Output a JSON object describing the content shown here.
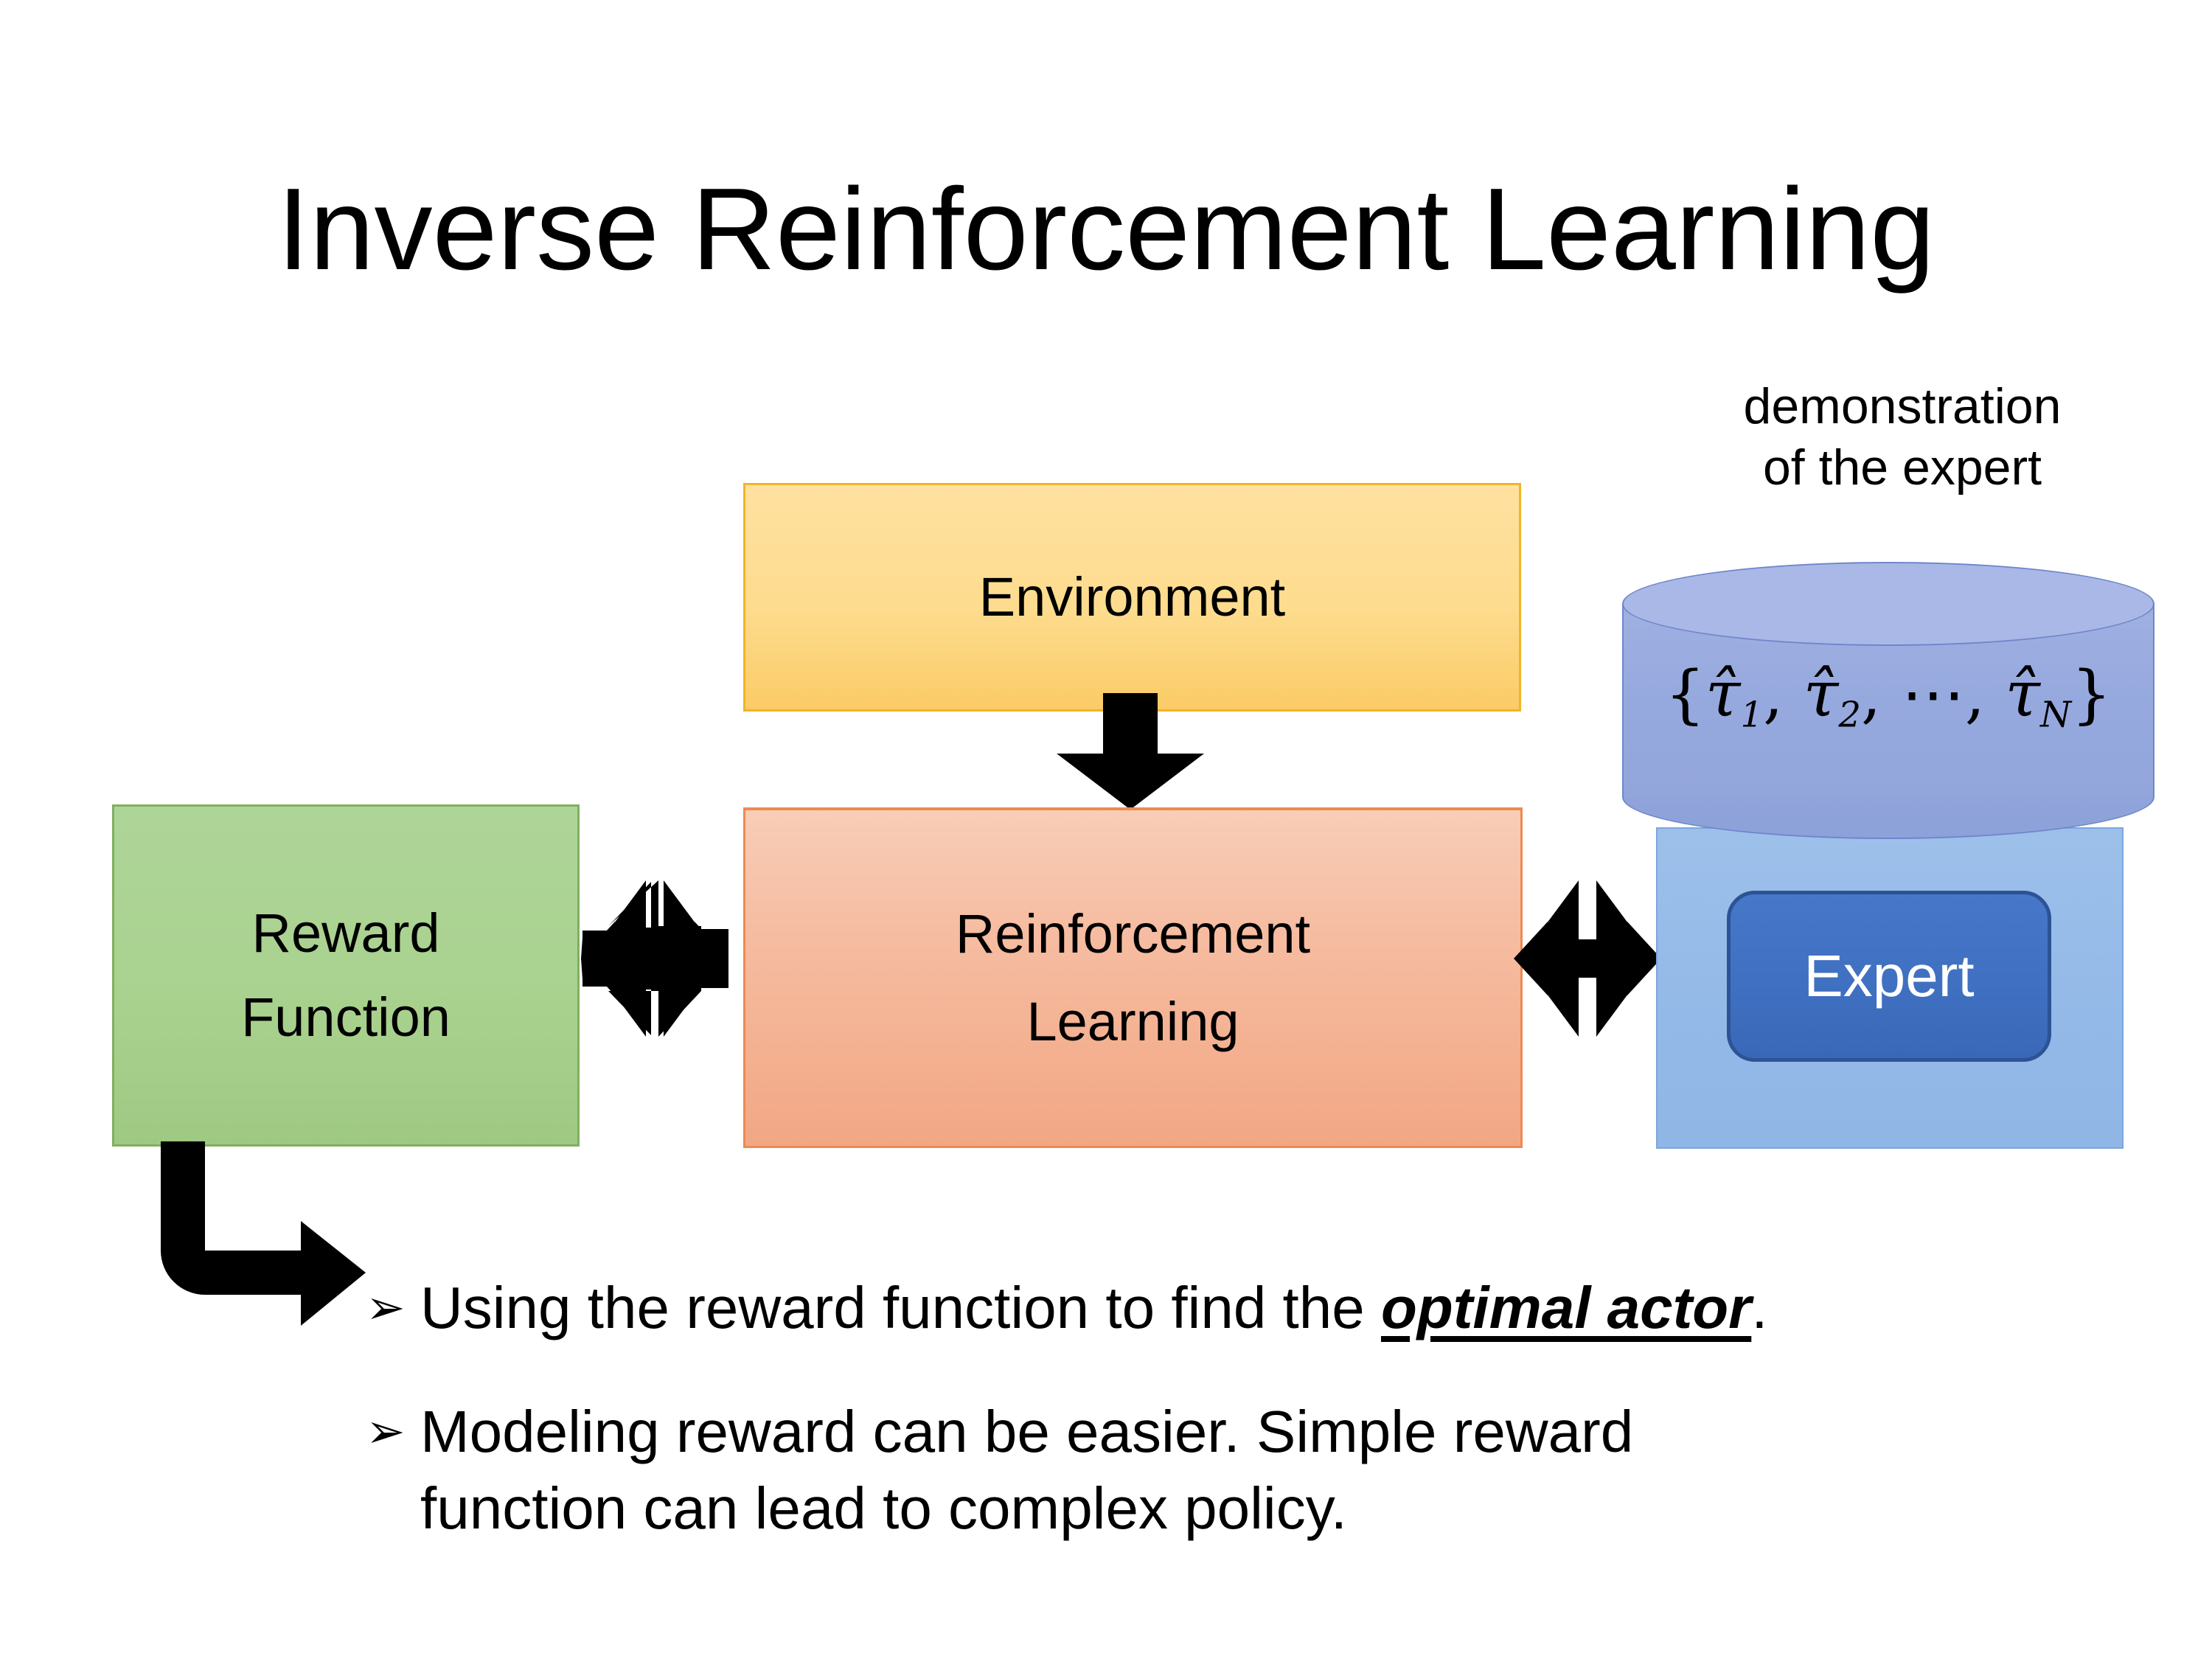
{
  "slide": {
    "title": "Inverse Reinforcement Learning",
    "background_color": "#ffffff"
  },
  "diagram": {
    "boxes": [
      {
        "name": "environment",
        "label": "Environment",
        "fill_top": "#ffe1a0",
        "fill_bottom": "#fbcb66",
        "border": "#f0b427"
      },
      {
        "name": "reinforcement-learning",
        "label_line1": "Reinforcement",
        "label_line2": "Learning",
        "fill_top": "#f8cdb7",
        "fill_bottom": "#f2a784",
        "border": "#ed8a52"
      },
      {
        "name": "reward-function",
        "label_line1": "Reward",
        "label_line2": "Function",
        "fill_top": "#aed598",
        "fill_bottom": "#9ec983",
        "border": "#7fb05f"
      }
    ],
    "expert": {
      "caption_line1": "demonstration",
      "caption_line2": "of the expert",
      "button_label": "Expert",
      "button_fill": "#3f6fc0",
      "button_border": "#2c5394",
      "button_text_color": "#ffffff",
      "backplate_fill": "#93b9e8",
      "backplate_border": "#7aa7de",
      "cylinder": {
        "body_fill": "#96a9de",
        "top_fill": "#a9b8e6",
        "border": "#6f86cb",
        "set_open": "{",
        "tau1": "τ̂",
        "sub1": "1",
        "comma1": ", ",
        "tau2": "τ̂",
        "sub2": "2",
        "comma2": ", ",
        "ellipsis": "⋯",
        "comma3": ", ",
        "tauN": "τ̂",
        "subN": "N",
        "set_close": "}",
        "label_plain": "{τ̂1, τ̂2, ⋯, τ̂N}"
      }
    },
    "arrows": [
      {
        "name": "environment-to-rl",
        "kind": "down-arrow",
        "color": "#000000"
      },
      {
        "name": "reward-rl-exchange",
        "kind": "quad-arrow",
        "color": "#000000"
      },
      {
        "name": "rl-expert-exchange",
        "kind": "quad-arrow",
        "color": "#000000"
      },
      {
        "name": "reward-to-bullets",
        "kind": "bent-arrow",
        "color": "#000000"
      }
    ]
  },
  "bullets": [
    {
      "marker": "➢",
      "text_before": "Using the reward function to find the ",
      "emphasis": "optimal actor",
      "text_after": "."
    },
    {
      "marker": "➢",
      "line1": "Modeling reward can be easier. Simple reward",
      "line2": "function can lead to complex policy."
    }
  ]
}
